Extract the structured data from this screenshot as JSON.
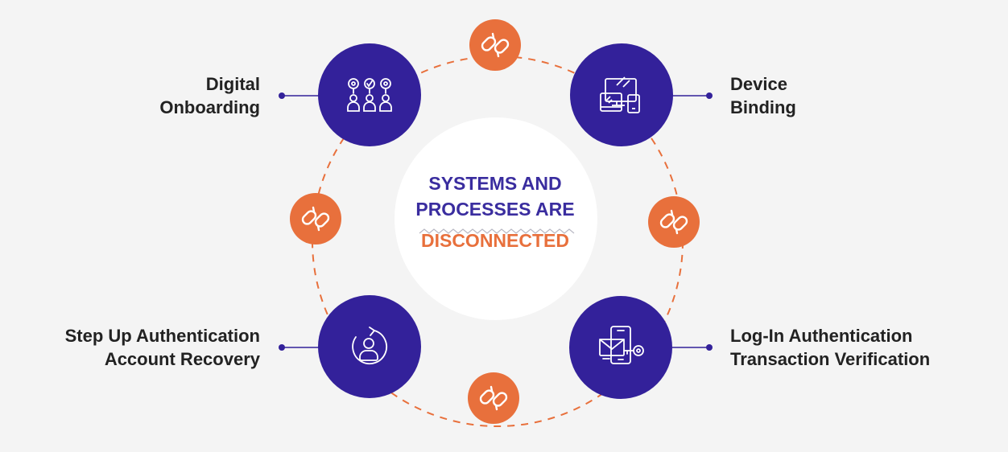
{
  "center": {
    "line1": "SYSTEMS AND",
    "line2": "PROCESSES ARE",
    "accent": "DISCONNECTED"
  },
  "nodes": [
    {
      "id": "digital-onboarding",
      "lines": [
        "Digital",
        "Onboarding"
      ],
      "icon": "users-onboarding-icon"
    },
    {
      "id": "device-binding",
      "lines": [
        "Device",
        "Binding"
      ],
      "icon": "devices-icon"
    },
    {
      "id": "step-up",
      "lines": [
        "Step Up Authentication",
        "Account Recovery"
      ],
      "icon": "user-refresh-icon"
    },
    {
      "id": "login-auth",
      "lines": [
        "Log-In Authentication",
        "Transaction Verification"
      ],
      "icon": "phone-mail-key-icon"
    }
  ],
  "links": {
    "count": 4,
    "icon": "broken-link-icon"
  },
  "colors": {
    "background": "#f4f4f4",
    "node": "#33219a",
    "accent": "#e8703c",
    "text": "#222222",
    "center_text": "#3a2d9f",
    "center_fill": "#ffffff"
  }
}
